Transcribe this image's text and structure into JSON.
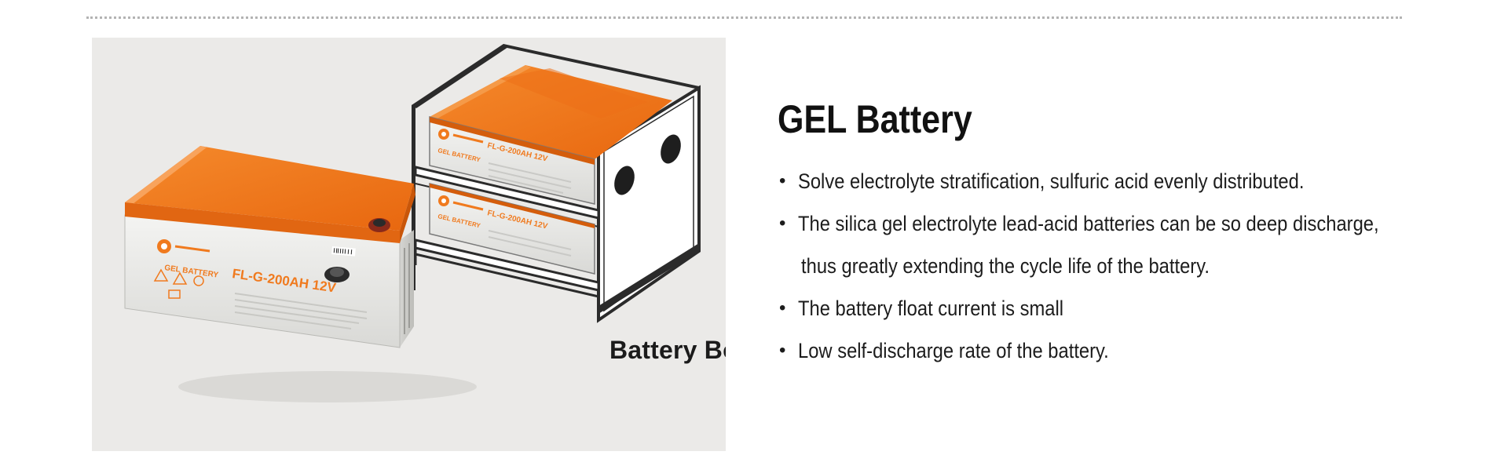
{
  "title": "GEL Battery",
  "image": {
    "box_caption": "Battery Box",
    "battery_model_label": "FL-G-200AH 12V",
    "battery_type_label": "GEL BATTERY"
  },
  "features": [
    {
      "line1": "Solve electrolyte stratification, sulfuric acid evenly distributed.",
      "line2": ""
    },
    {
      "line1": "The silica gel electrolyte lead-acid batteries can be so deep discharge,",
      "line2": "thus greatly extending the cycle life of the battery."
    },
    {
      "line1": "The battery float current is small",
      "line2": ""
    },
    {
      "line1": "Low self-discharge rate of the battery.",
      "line2": ""
    }
  ],
  "colors": {
    "battery_lid": "#f07a1e",
    "battery_body": "#e9e9e7",
    "panel_background": "#ebeae8",
    "text": "#1a1a1a"
  }
}
